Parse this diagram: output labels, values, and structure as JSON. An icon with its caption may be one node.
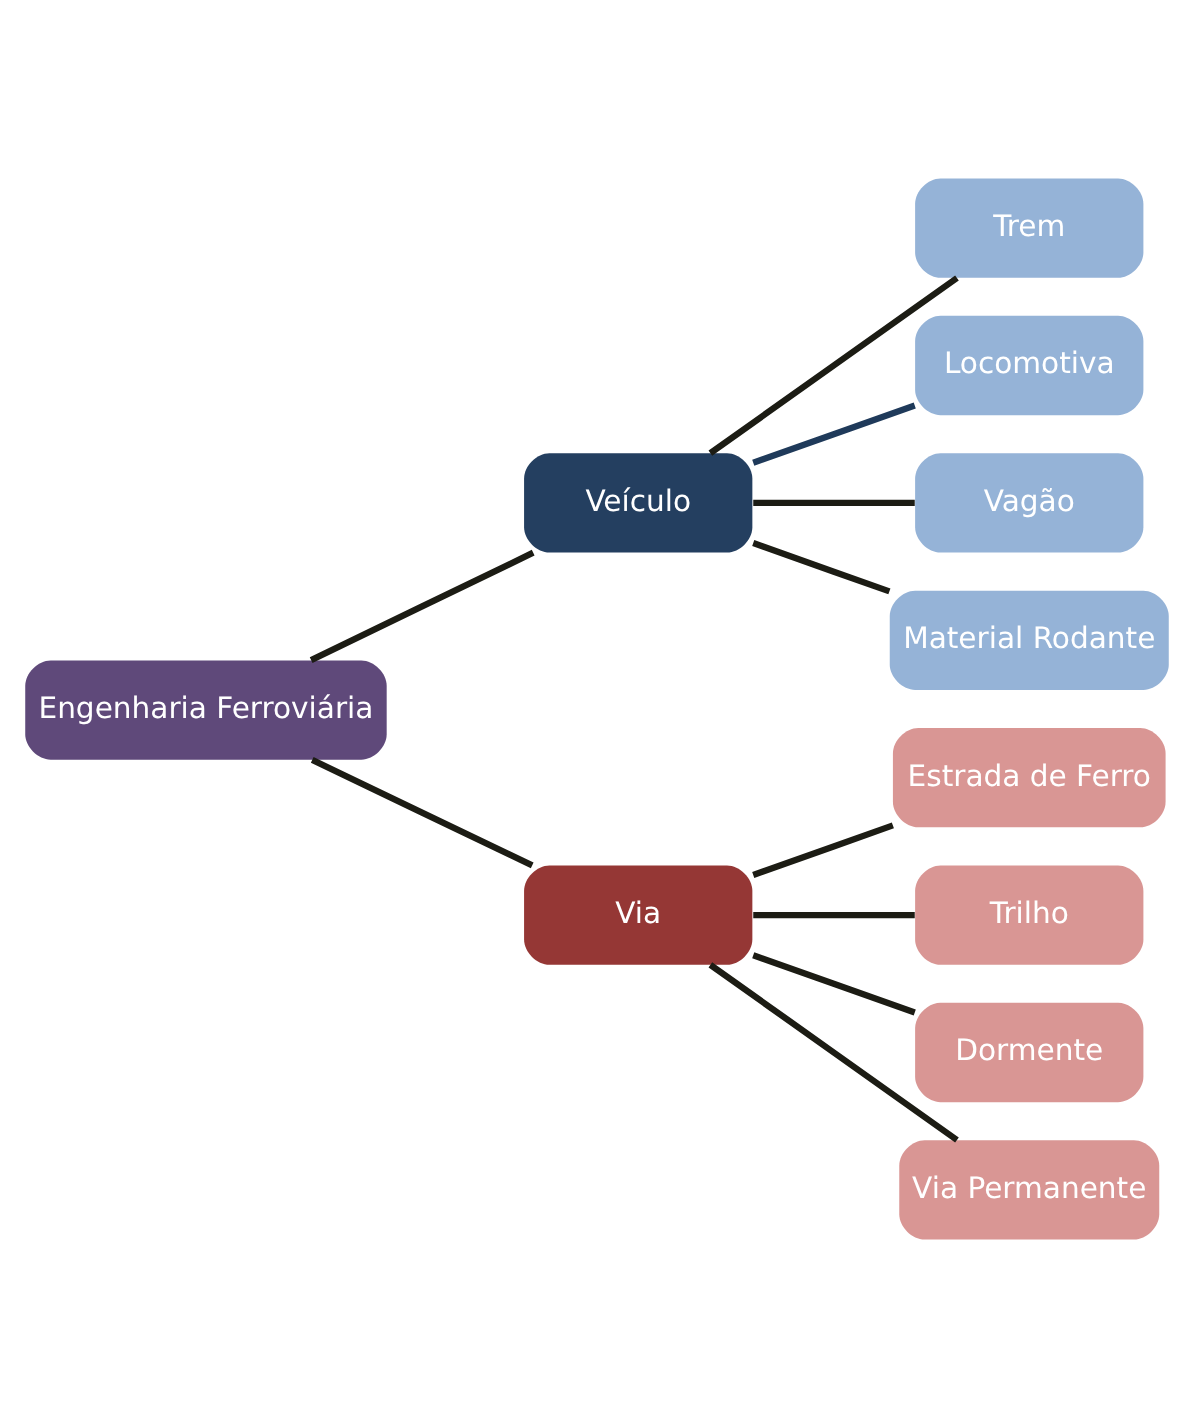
{
  "diagram": {
    "nodes": [
      {
        "text": [
          "Engenharia Ferroviária"
        ]
      },
      {
        "text": [
          "Veículo"
        ]
      },
      {
        "text": [
          "Via"
        ]
      },
      {
        "text": [
          "Trem"
        ]
      },
      {
        "text": [
          "Locomotiva"
        ]
      },
      {
        "text": [
          "Vagão"
        ]
      },
      {
        "text": [
          "Material Rodante"
        ]
      },
      {
        "text": [
          "Estrada de Ferro"
        ]
      },
      {
        "text": [
          "Trilho"
        ]
      },
      {
        "text": [
          "Dormente"
        ]
      },
      {
        "text": [
          "Via Permanente"
        ]
      }
    ],
    "edges": [
      {
        "from": 0,
        "to": 1,
        "arrow": "none"
      },
      {
        "from": 0,
        "to": 2,
        "arrow": "none"
      },
      {
        "from": 1,
        "to": 3,
        "arrow": "none"
      },
      {
        "from": 1,
        "to": 4,
        "arrow": "none",
        "color": "#1f3a5a"
      },
      {
        "from": 1,
        "to": 5,
        "arrow": "none"
      },
      {
        "from": 1,
        "to": 6,
        "arrow": "none"
      },
      {
        "from": 2,
        "to": 7,
        "arrow": "none"
      },
      {
        "from": 2,
        "to": 8,
        "arrow": "none"
      },
      {
        "from": 2,
        "to": 9,
        "arrow": "none"
      },
      {
        "from": 2,
        "to": 10,
        "arrow": "none"
      }
    ]
  }
}
